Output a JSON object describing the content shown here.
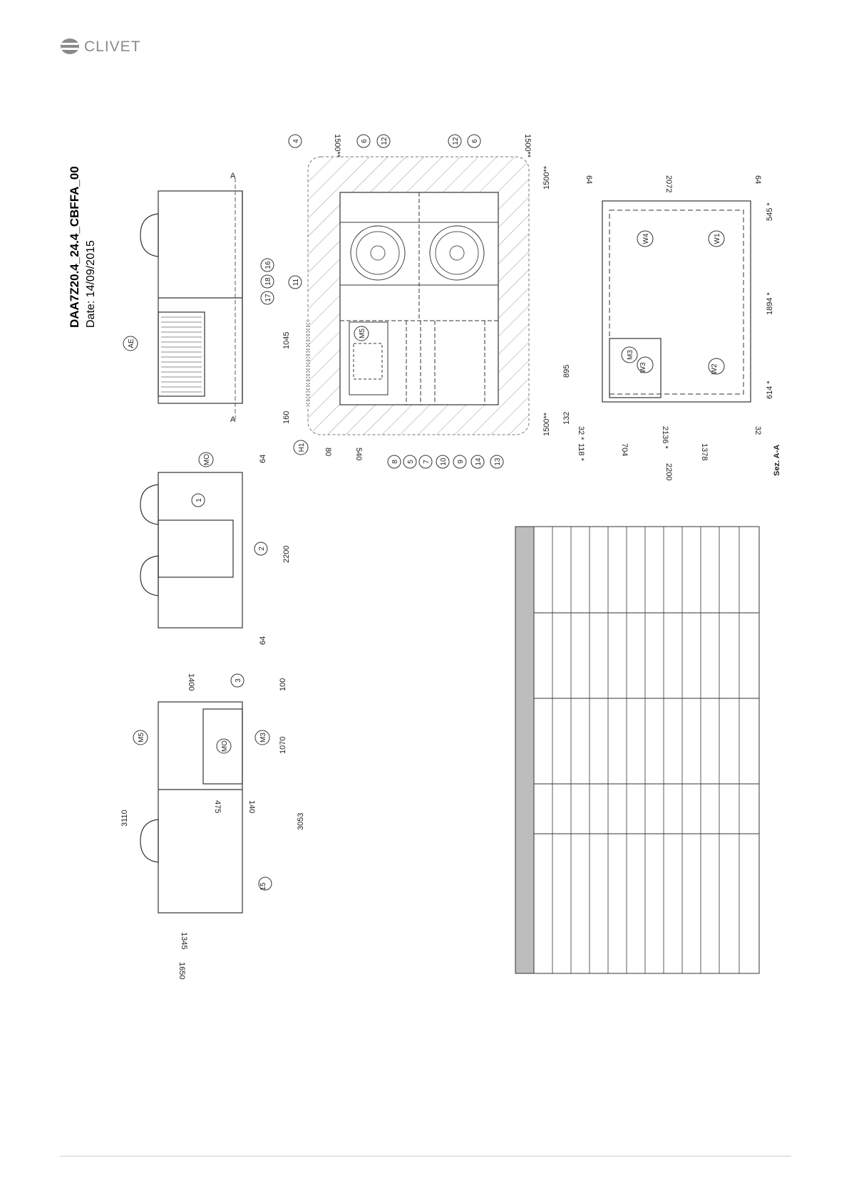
{
  "logo": {
    "text": "CLIVET"
  },
  "drawing": {
    "code": "DAA7Z20.4_24.4_CBFFA_00",
    "date": "Date: 14/09/2015"
  },
  "section_label": "Sez. A-A",
  "section_mark": "A",
  "labels": {
    "ae": "AE",
    "mo": "MO",
    "m3": "M3",
    "m5": "M5",
    "h1": "H1",
    "w1": "W1",
    "w2": "W2",
    "w3": "W3",
    "w4": "W4"
  },
  "callouts": [
    "1",
    "2",
    "3",
    "4",
    "5",
    "6",
    "7",
    "8",
    "9",
    "10",
    "11",
    "12",
    "13",
    "14",
    "15",
    "16",
    "17",
    "18"
  ],
  "dims": {
    "top_1045": "1045",
    "top_160": "160",
    "front_2200": "2200",
    "front_64": "64",
    "side_3110": "3110",
    "side_3053": "3053",
    "side_1070": "1070",
    "side_100": "100",
    "side_1400": "1400",
    "side_475": "475",
    "side_140": "140",
    "side_1345": "1345",
    "side_1650": "1650",
    "plan_1500a": "1500**",
    "plan_1500b": "1500**",
    "plan_1500c": "1500**",
    "plan_1500d": "1500**",
    "plan_80": "80",
    "plan_540": "540",
    "sec_64": "64",
    "sec_2072": "2072",
    "sec_545": "545 *",
    "sec_1894": "1894 *",
    "sec_614": "614 *",
    "sec_895": "895",
    "sec_132": "132",
    "sec_32a": "32 *",
    "sec_2136": "2136 *",
    "sec_32b": "32",
    "sec_118": "118 *",
    "sec_704": "704",
    "sec_1378": "1378",
    "sec_2200": "2200"
  }
}
